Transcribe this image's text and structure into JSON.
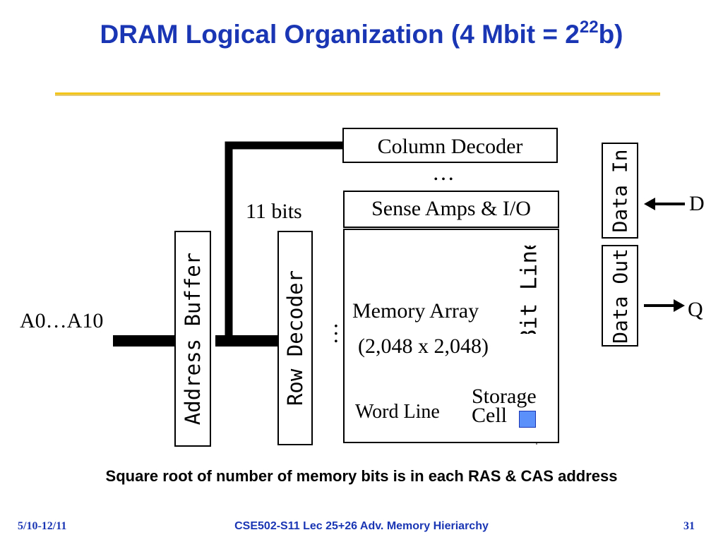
{
  "slide": {
    "title_main": "DRAM Logical Organization (4 Mbit = 2",
    "title_exp": "22",
    "title_end": "b)",
    "caption": "Square root of number of memory bits is in each RAS & CAS address"
  },
  "diagram": {
    "column_decoder": "Column Decoder",
    "column_dots": "…",
    "sense_amps": "Sense Amps & I/O",
    "bits_label": "11 bits",
    "address_input": "A0…A10",
    "address_buffer": "Address Buffer",
    "row_decoder": "Row Decoder",
    "row_dots": "…",
    "memory_array": "Memory Array",
    "array_size": "(2,048 x 2,048)",
    "bit_line": "Bit Line",
    "word_line": "Word Line",
    "storage": "Storage",
    "cell": "Cell",
    "data_in": "Data In",
    "data_out": "Data Out",
    "d_label": "D",
    "q_label": "Q",
    "storage_cell_color": "#5b8ff9"
  },
  "footer": {
    "date": "5/10-12/11",
    "course": "CSE502-S11 Lec 25+26 Adv. Memory Hieriarchy",
    "page": "31"
  }
}
